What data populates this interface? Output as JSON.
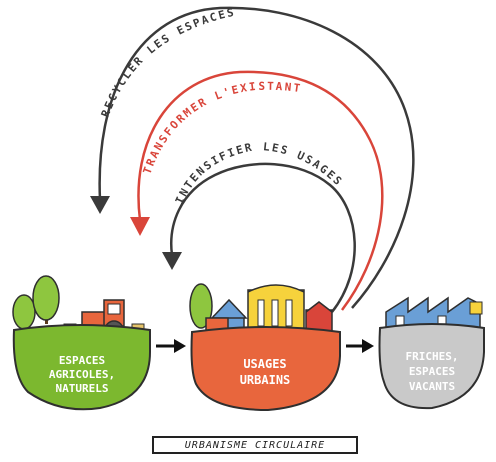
{
  "arrows": {
    "recycle": {
      "label": "RECYCLER LES ESPACES",
      "color": "#3a3a3a"
    },
    "transform": {
      "label": "TRANSFORMER L'EXISTANT",
      "color": "#d9453a"
    },
    "intensify": {
      "label": "INTENSIFIER LES USAGES",
      "color": "#3a3a3a"
    }
  },
  "islands": {
    "agricultural": {
      "lines": [
        "ESPACES",
        "AGRICOLES,",
        "NATURELS"
      ],
      "color": "#7cb82f"
    },
    "urban": {
      "lines": [
        "USAGES",
        "URBAINS"
      ],
      "color": "#e8663d"
    },
    "wasteland": {
      "lines": [
        "FRICHES,",
        "ESPACES",
        "VACANTS"
      ],
      "color": "#c9c9c9"
    }
  },
  "caption": "URBANISME CIRCULAIRE"
}
